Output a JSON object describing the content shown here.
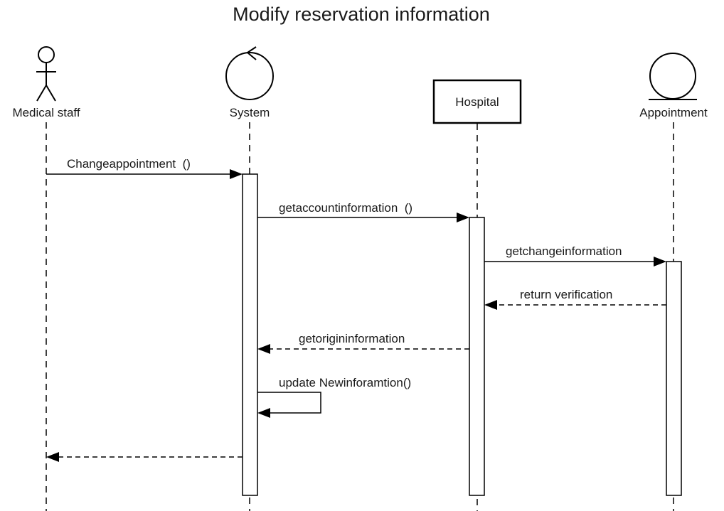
{
  "title": "Modify reservation information",
  "participants": [
    {
      "id": "medical-staff",
      "label": "Medical staff",
      "kind": "actor"
    },
    {
      "id": "system",
      "label": "System",
      "kind": "control"
    },
    {
      "id": "hospital",
      "label": "Hospital",
      "kind": "object"
    },
    {
      "id": "appointment",
      "label": "Appointment",
      "kind": "entity"
    }
  ],
  "messages": [
    {
      "from": "medical-staff",
      "to": "system",
      "label": "Changeappointment  ()",
      "style": "solid"
    },
    {
      "from": "system",
      "to": "hospital",
      "label": "getaccountinformation  ()",
      "style": "solid"
    },
    {
      "from": "hospital",
      "to": "appointment",
      "label": "getchangeinformation",
      "style": "solid"
    },
    {
      "from": "appointment",
      "to": "hospital",
      "label": "return verification",
      "style": "dashed"
    },
    {
      "from": "hospital",
      "to": "system",
      "label": "getorigininformation",
      "style": "dashed"
    },
    {
      "from": "system",
      "to": "system",
      "label": "update Newinforamtion()",
      "style": "self"
    },
    {
      "from": "system",
      "to": "medical-staff",
      "label": "",
      "style": "dashed"
    }
  ]
}
